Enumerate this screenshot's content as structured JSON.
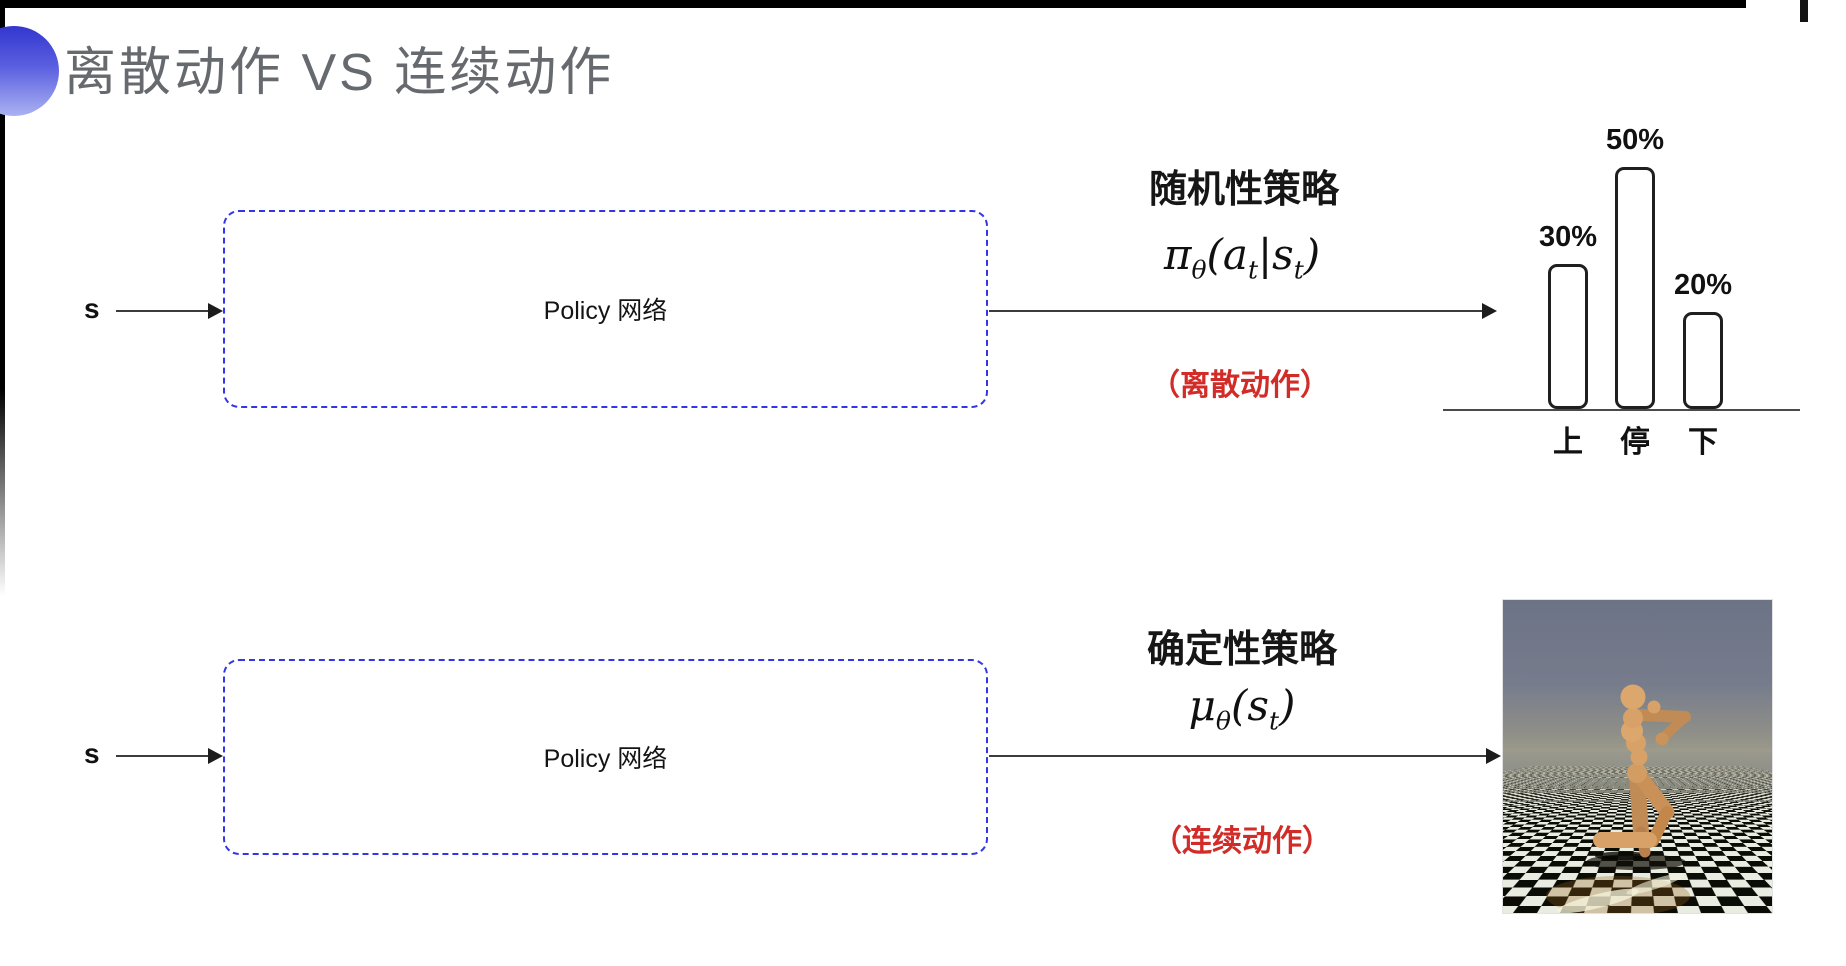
{
  "slide": {
    "title": "离散动作 VS 连续动作"
  },
  "top_row": {
    "input_label": "s",
    "box_label": "Policy 网络",
    "policy_type": "随机性策略",
    "formula": [
      "π",
      "θ",
      "(a",
      "t",
      "|s",
      "t",
      ")"
    ],
    "action_type": "（离散动作）"
  },
  "bottom_row": {
    "input_label": "s",
    "box_label": "Policy 网络",
    "policy_type": "确定性策略",
    "formula": [
      "μ",
      "θ",
      "(s",
      "t",
      ")"
    ],
    "action_type": "（连续动作）"
  },
  "chart_data": {
    "type": "bar",
    "categories": [
      "上",
      "停",
      "下"
    ],
    "values": [
      30,
      50,
      20
    ],
    "value_labels": [
      "30%",
      "50%",
      "20%"
    ],
    "title": "",
    "xlabel": "",
    "ylabel": "",
    "ylim": [
      0,
      55
    ],
    "grid": false,
    "legend": false,
    "bar_fill": "#ffffff",
    "bar_outline": "#1f1f1f"
  },
  "colors": {
    "accent_blue": "#3336e6",
    "highlight_red": "#d22c28",
    "title_gray": "#66696e"
  }
}
